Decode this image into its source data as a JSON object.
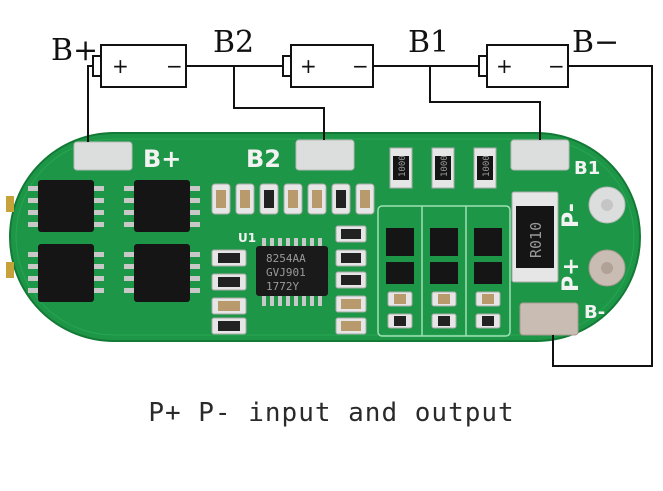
{
  "diagram": {
    "terminal_labels": {
      "b_plus": "B+",
      "b2": "B2",
      "b1": "B1",
      "b_minus": "B−"
    },
    "cell_polarity": {
      "plus": "+",
      "minus": "−"
    },
    "board_silkscreen": {
      "b_plus": "B+",
      "b2": "B2",
      "b1": "B1",
      "p_minus": "P-",
      "p_plus": "P+",
      "b_minus": "B-",
      "u1": "U1"
    },
    "ic_marking": [
      "8254AA",
      "GVJ901",
      "1772Y"
    ],
    "shunt_marking": "R010",
    "resistor_marking": "1000",
    "caption": "P+ P- input and output"
  },
  "colors": {
    "board": "#1f9a4a",
    "pad": "#d9dcdc",
    "wire": "#111111"
  }
}
